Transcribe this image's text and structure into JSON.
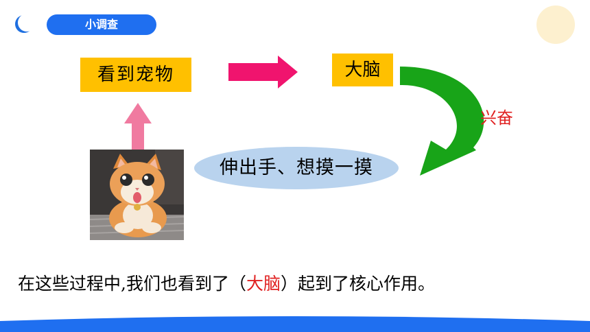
{
  "header": {
    "badge_label": "小调查"
  },
  "diagram": {
    "node_see": "看到宠物",
    "node_brain": "大脑",
    "label_excite": "兴奋",
    "node_action": "伸出手、想摸一摸"
  },
  "conclusion": {
    "prefix": "在这些过程中,我们也看到了（",
    "answer": "大脑",
    "suffix": "）起到了核心作用。"
  },
  "colors": {
    "accent_blue": "#1f6ff0",
    "box_yellow": "#ffc000",
    "arrow_pink": "#f0146e",
    "arrow_green": "#18a418",
    "arrow_light_pink": "#f07aa0",
    "ellipse_blue": "#b9d3ee",
    "answer_red": "#e02020"
  },
  "icons": [
    "cat-photo-image"
  ]
}
